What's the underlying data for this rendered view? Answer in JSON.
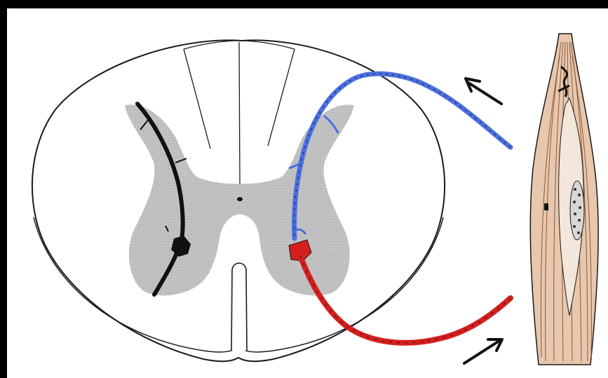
{
  "figure": {
    "subject": "spinal-cord-cross-section-with-reflex-arc-and-muscle-spindle",
    "labels": []
  },
  "colors": {
    "background": "#000000",
    "panel": "#ffffff",
    "gray_matter": "#bdbdbd",
    "afferent_fiber": "#4a6fe0",
    "efferent_fiber": "#d61e1e",
    "interneuron_fiber": "#111111",
    "muscle": "#e7c7ad",
    "muscle_fibers": "#8a5a3c",
    "outline": "#1a1a1a"
  },
  "arrows": {
    "upper": "afferent-direction",
    "lower": "efferent-direction"
  }
}
